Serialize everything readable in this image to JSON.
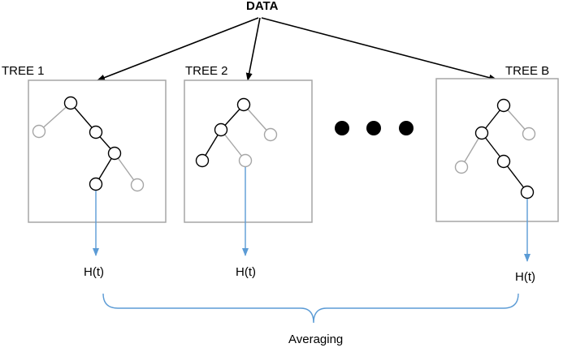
{
  "title": "DATA",
  "trees": [
    {
      "label": "TREE 1",
      "output": "H(t)"
    },
    {
      "label": "TREE 2",
      "output": "H(t)"
    },
    {
      "label": "TREE B",
      "output": "H(t)"
    }
  ],
  "footer": "Averaging",
  "colors": {
    "arrow": "#000000",
    "box": "#a6a6a6",
    "active_node": "#000000",
    "inactive_node": "#a6a6a6",
    "output_arrow": "#5b9bd5",
    "brace": "#5b9bd5"
  },
  "icons": [
    "ellipsis-dots-icon"
  ]
}
